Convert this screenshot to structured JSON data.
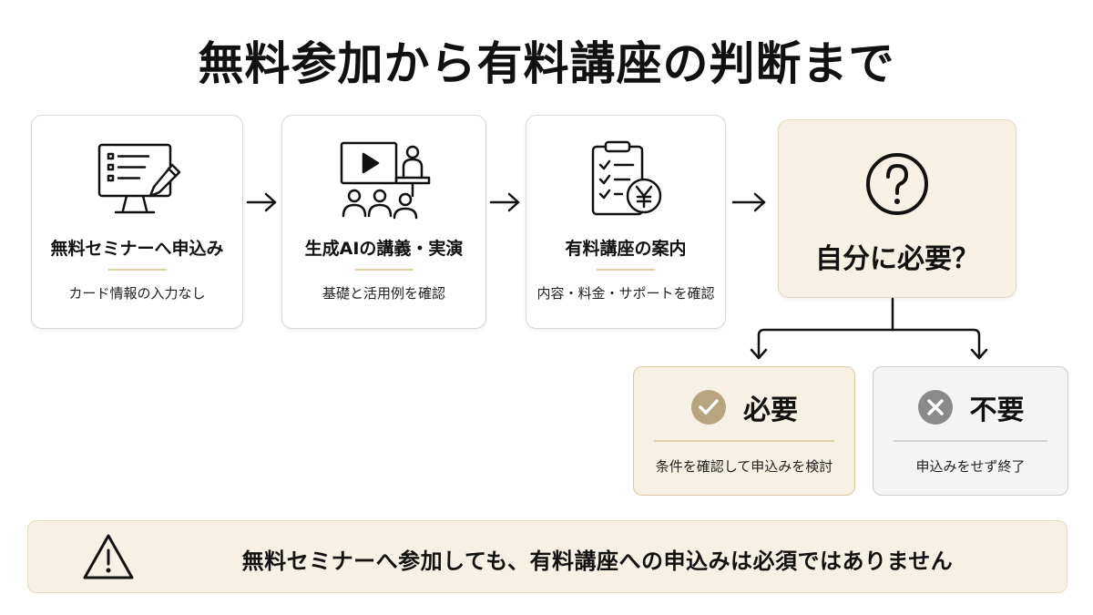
{
  "title": "無料参加から有料講座の判断まで",
  "steps": [
    {
      "icon": "computer-form-pen-icon",
      "title": "無料セミナーへ申込み",
      "subtitle": "カード情報の入力なし"
    },
    {
      "icon": "lecture-video-audience-icon",
      "title": "生成AIの講義・実演",
      "subtitle": "基礎と活用例を確認"
    },
    {
      "icon": "clipboard-yen-icon",
      "title": "有料講座の案内",
      "subtitle": "内容・料金・サポートを確認"
    }
  ],
  "decision": {
    "icon": "question-icon",
    "label": "自分に必要？"
  },
  "outcomes": [
    {
      "icon": "check-icon",
      "label": "必要",
      "subtitle": "条件を確認して申込みを検討",
      "color": "#b8a57f"
    },
    {
      "icon": "x-icon",
      "label": "不要",
      "subtitle": "申込みをせず終了",
      "color": "#8a8a8a"
    }
  ],
  "notice": {
    "icon": "warning-icon",
    "text": "無料セミナーへ参加しても、有料講座への申込みは必須ではありません"
  },
  "colors": {
    "accent_bg": "#f6f1e4",
    "accent_line": "#dfcfa8",
    "check_circle": "#b8a57f",
    "x_circle": "#8a8a8a"
  }
}
